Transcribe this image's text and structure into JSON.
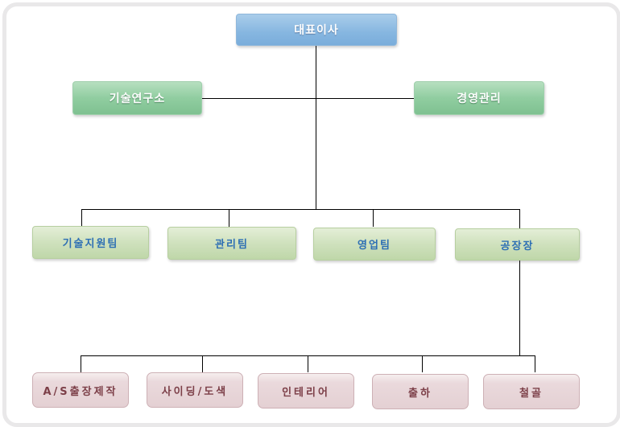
{
  "org_chart": {
    "ceo": "대표이사",
    "divisions": [
      "기술연구소",
      "경영관리"
    ],
    "teams": [
      "기술지원팀",
      "관리팀",
      "영업팀",
      "공장장"
    ],
    "factory_units": [
      "A/S출장제작",
      "사이딩/도색",
      "인테리어",
      "출하",
      "철골"
    ]
  },
  "colors": {
    "ceo_box": "#86b6e0",
    "division_box": "#90cda0",
    "team_box": "#cfe1bd",
    "team_text": "#2d6fb4",
    "unit_box": "#e4d0d3",
    "unit_text": "#7c3f48",
    "connector": "#000000"
  }
}
